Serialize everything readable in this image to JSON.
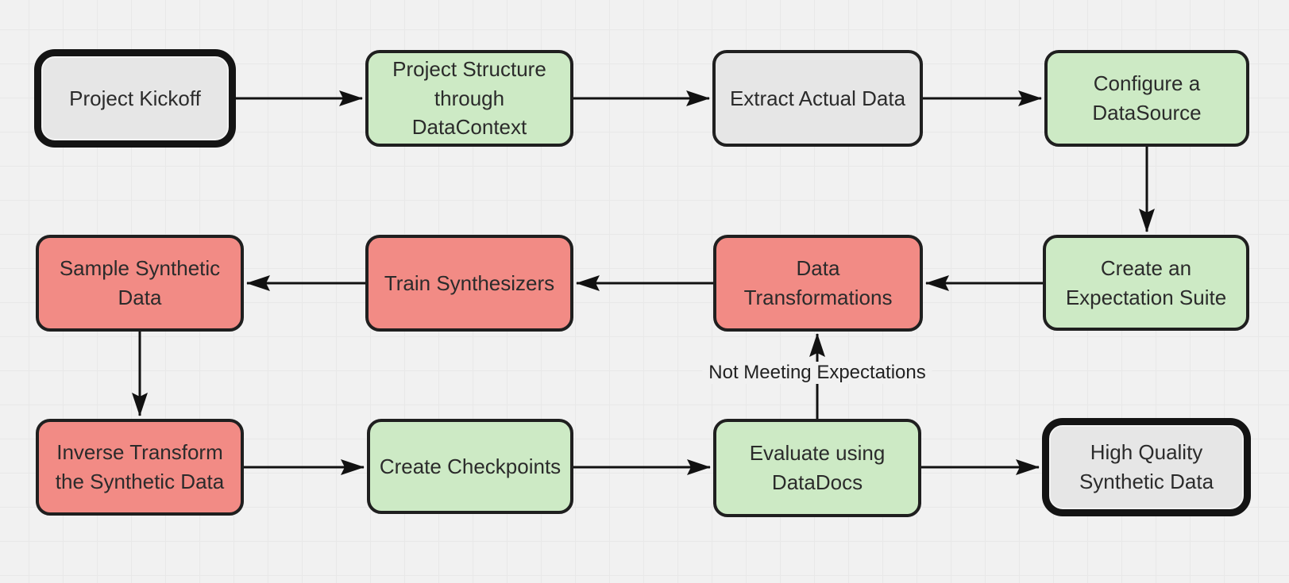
{
  "diagram": {
    "background_color": "#f1f1f1",
    "grid_color": "#e8e8e8",
    "arrow_color": "#111111",
    "node_colors": {
      "green": "#cdeac5",
      "red": "#f28b85",
      "neutral": "#e6e6e6",
      "border": "#1f1f1f"
    },
    "nodes": {
      "project_kickoff": {
        "label": "Project Kickoff",
        "type": "terminal"
      },
      "project_structure": {
        "label": "Project Structure\nthrough\nDataContext",
        "type": "green"
      },
      "extract_actual_data": {
        "label": "Extract Actual Data",
        "type": "neutral"
      },
      "configure_datasource": {
        "label": "Configure a\nDataSource",
        "type": "green"
      },
      "create_expectation_suite": {
        "label": "Create an\nExpectation Suite",
        "type": "green"
      },
      "data_transformations": {
        "label": "Data\nTransformations",
        "type": "red"
      },
      "train_synthesizers": {
        "label": "Train Synthesizers",
        "type": "red"
      },
      "sample_synthetic_data": {
        "label": "Sample Synthetic\nData",
        "type": "red"
      },
      "inverse_transform": {
        "label": "Inverse Transform\nthe Synthetic Data",
        "type": "red"
      },
      "create_checkpoints": {
        "label": "Create Checkpoints",
        "type": "green"
      },
      "evaluate_datadocs": {
        "label": "Evaluate using\nDataDocs",
        "type": "green"
      },
      "high_quality_synthetic_data": {
        "label": "High Quality\nSynthetic Data",
        "type": "terminal"
      }
    },
    "edges": [
      {
        "from": "project_kickoff",
        "to": "project_structure"
      },
      {
        "from": "project_structure",
        "to": "extract_actual_data"
      },
      {
        "from": "extract_actual_data",
        "to": "configure_datasource"
      },
      {
        "from": "configure_datasource",
        "to": "create_expectation_suite"
      },
      {
        "from": "create_expectation_suite",
        "to": "data_transformations"
      },
      {
        "from": "data_transformations",
        "to": "train_synthesizers"
      },
      {
        "from": "train_synthesizers",
        "to": "sample_synthetic_data"
      },
      {
        "from": "sample_synthetic_data",
        "to": "inverse_transform"
      },
      {
        "from": "inverse_transform",
        "to": "create_checkpoints"
      },
      {
        "from": "create_checkpoints",
        "to": "evaluate_datadocs"
      },
      {
        "from": "evaluate_datadocs",
        "to": "high_quality_synthetic_data"
      },
      {
        "from": "evaluate_datadocs",
        "to": "data_transformations",
        "label": "Not Meeting Expectations"
      }
    ],
    "edge_label": "Not Meeting Expectations"
  }
}
